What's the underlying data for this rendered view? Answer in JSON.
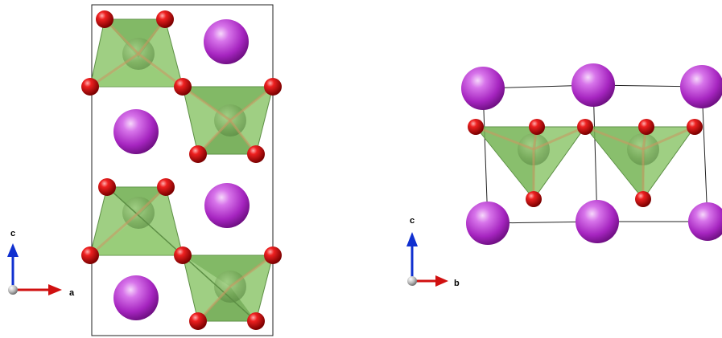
{
  "left_view": {
    "axes": {
      "vertical_label": "c",
      "horizontal_label": "a"
    }
  },
  "right_view": {
    "axes": {
      "vertical_label": "c",
      "horizontal_label": "b"
    }
  },
  "colors": {
    "cation_atom": "#c23fd8",
    "oxygen_atom": "#e01010",
    "polyhedron_fill": "#7fbf5a",
    "central_atom": "#6a9f52",
    "cell_edge": "#222222",
    "axis_vertical": "#1030d0",
    "axis_horizontal": "#d01010",
    "origin_sphere": "#b0b0b0"
  }
}
